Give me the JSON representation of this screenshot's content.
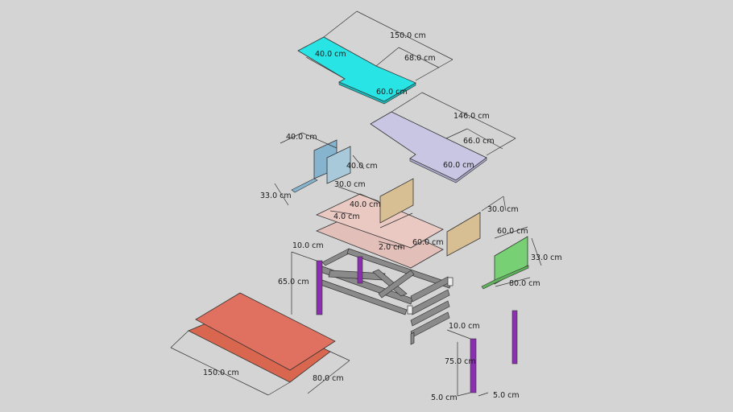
{
  "colors": {
    "background": "#d4d4d4",
    "top_l_panel": "#28e4e4",
    "second_l_panel": "#c9c6e4",
    "blue_side_panel": "#86b4cf",
    "pink_shelf": "#eac9c3",
    "tan_panel": "#d8be93",
    "green_panel": "#78d075",
    "red_top": "#e0705f",
    "purple_leg": "#8a2fb0",
    "steel_frame": "#8a8a8a"
  },
  "dimensions": {
    "top_150": "150.0 cm",
    "top_40": "40.0 cm",
    "top_68": "68.0 cm",
    "top_60": "60.0 cm",
    "mid_146": "146.0 cm",
    "mid_66": "66.0 cm",
    "mid_60": "60.0 cm",
    "blue_40a": "40.0 cm",
    "blue_40b": "40.0 cm",
    "blue_33": "33.0 cm",
    "pink_30": "30.0 cm",
    "pink_40": "40.0 cm",
    "pink_4": "4.0 cm",
    "pink_2": "2.0 cm",
    "pink_60": "60.0 cm",
    "tan_30": "30.0 cm",
    "green_60": "60.0 cm",
    "green_33": "33.0 cm",
    "green_80": "80.0 cm",
    "frame_10": "10.0 cm",
    "frame_65": "65.0 cm",
    "leg_10": "10.0 cm",
    "leg_75": "75.0 cm",
    "leg_5a": "5.0 cm",
    "leg_5b": "5.0 cm",
    "red_150": "150.0 cm",
    "red_80": "80.0 cm"
  }
}
